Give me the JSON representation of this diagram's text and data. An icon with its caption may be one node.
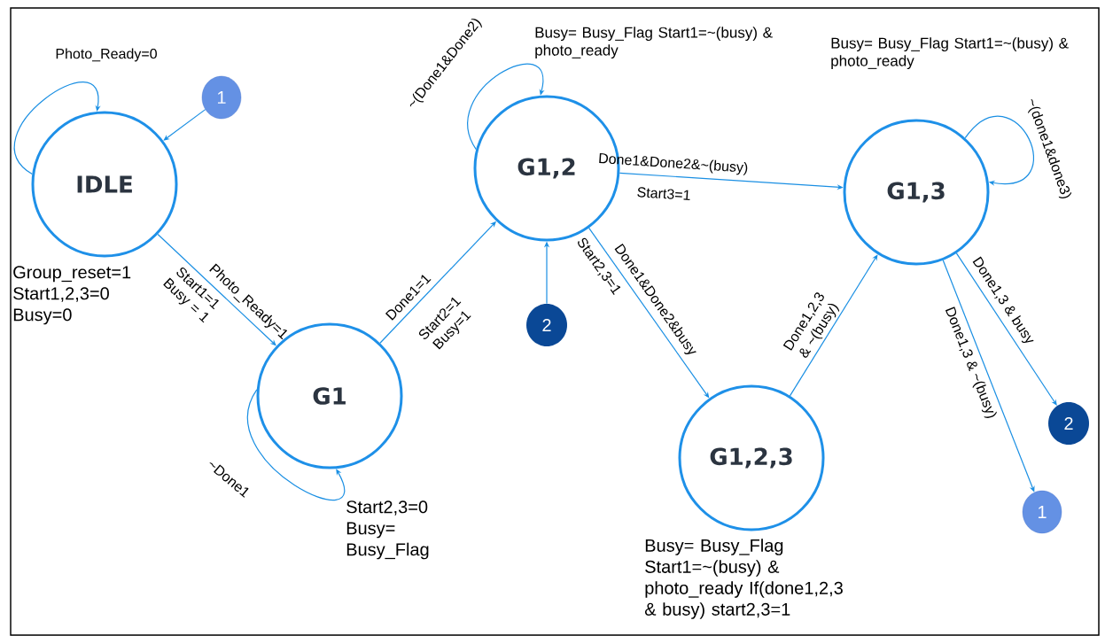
{
  "diagram": {
    "nodes": [
      {
        "text": [
          "IDLE"
        ],
        "beside": [
          "Group_reset=1 Start1,2,3=0 Busy=0"
        ]
      },
      {
        "text": [
          "G1"
        ],
        "beside": [
          "Start2,3=0 Busy= Busy_Flag"
        ]
      },
      {
        "text": [
          "G1,2"
        ],
        "beside": [
          "Busy= Busy_Flag Start1=~(busy) & photo_ready"
        ]
      },
      {
        "text": [
          "G1,3"
        ],
        "beside": [
          "Busy= Busy_Flag Start1=~(busy) & photo_ready"
        ]
      },
      {
        "text": [
          "G1,2,3"
        ],
        "beside": [
          "Busy= Busy_Flag Start1=~(busy) & photo_ready If(done1,2,3 & busy) start2,3=1"
        ]
      },
      {
        "text": [
          "1"
        ]
      },
      {
        "text": [
          "2"
        ]
      },
      {
        "text": [
          "2"
        ]
      },
      {
        "text": [
          "1"
        ]
      }
    ],
    "edges": [
      {
        "from": 0,
        "to": 0,
        "arrow": "to",
        "label": "Photo_Ready=0"
      },
      {
        "from": 5,
        "to": 0,
        "arrow": "to"
      },
      {
        "from": 0,
        "to": 1,
        "arrow": "to",
        "label": "Photo_Ready=1"
      },
      {
        "from": 1,
        "to": 1,
        "arrow": "to",
        "label": "~Done1"
      },
      {
        "from": 1,
        "to": 2,
        "arrow": "to",
        "label": "Done1=1"
      },
      {
        "from": 2,
        "to": 2,
        "arrow": "to",
        "label": "~(Done1&Done2)"
      },
      {
        "from": 6,
        "to": 2,
        "arrow": "to"
      },
      {
        "from": 2,
        "to": 3,
        "arrow": "to",
        "label": "Done1&Done2&~(busy)"
      },
      {
        "from": 2,
        "to": 4,
        "arrow": "to",
        "label": "Done1&Done2&busy"
      },
      {
        "from": 4,
        "to": 3,
        "arrow": "to",
        "label": "Done1,2,3 & ~(busy)"
      },
      {
        "from": 3,
        "to": 3,
        "arrow": "to",
        "label": "~(done1&done3)"
      },
      {
        "from": 3,
        "to": 8,
        "arrow": "to",
        "label": "Done1,3 & ~(busy)"
      },
      {
        "from": 3,
        "to": 7,
        "arrow": "to",
        "label": "Done1,3 & busy"
      }
    ],
    "labels": [
      "Start1=1 Busy = 1",
      "Start2=1 Busy=1",
      "Start3=1",
      "Start2,3=1"
    ]
  }
}
